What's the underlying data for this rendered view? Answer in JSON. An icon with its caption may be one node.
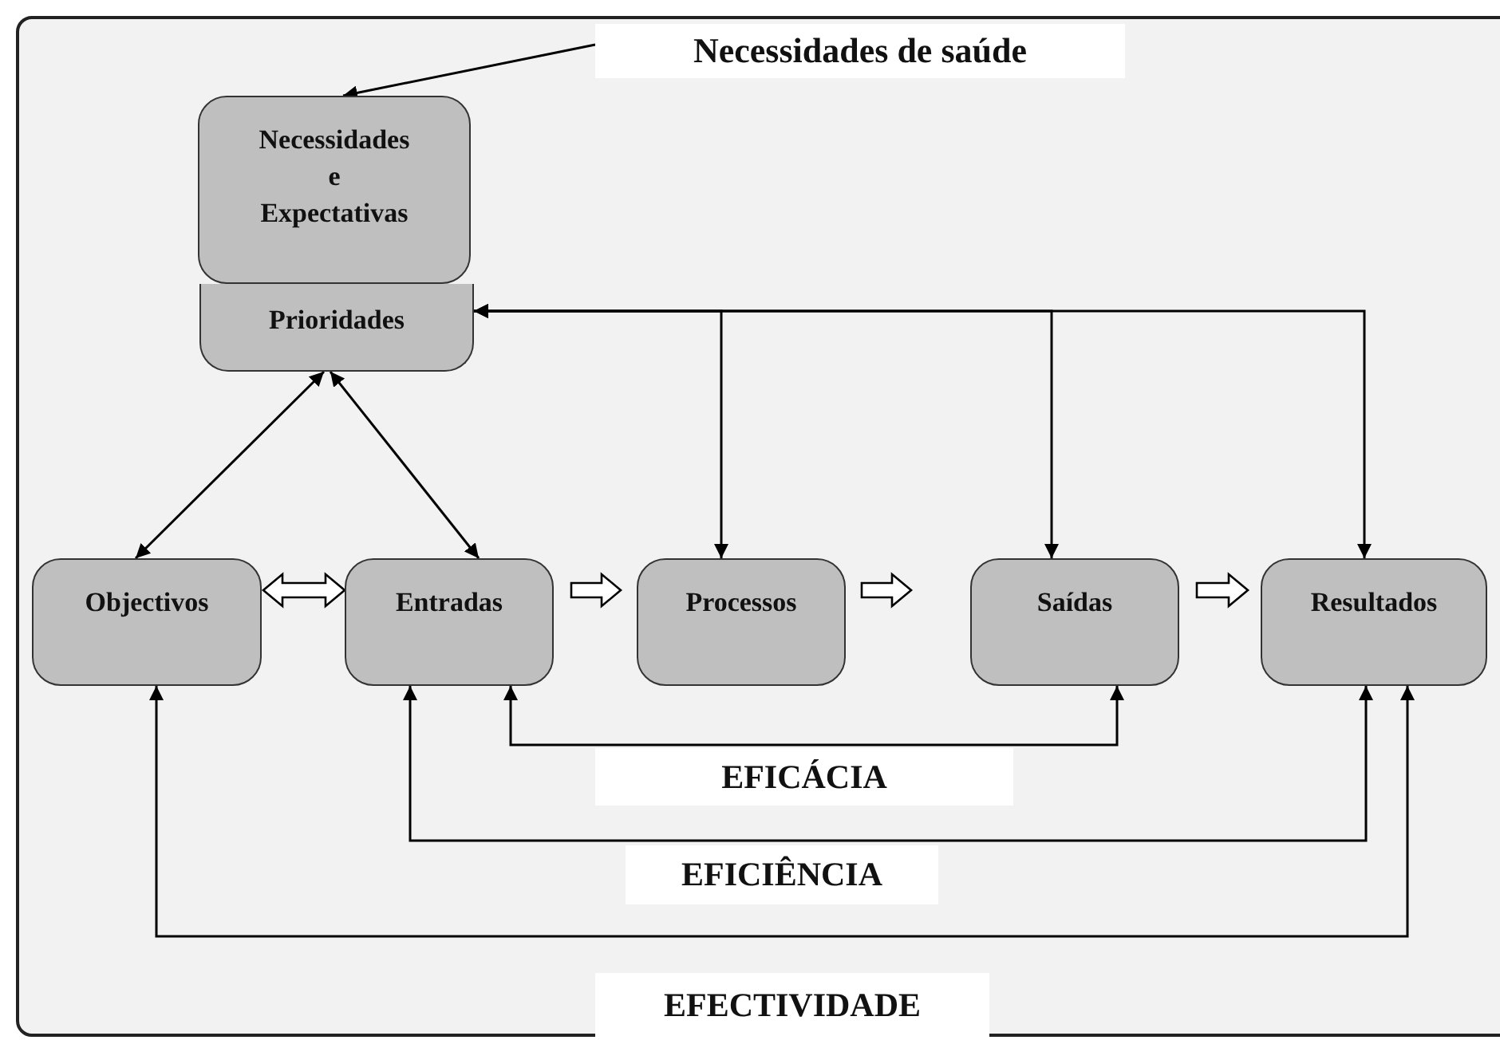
{
  "diagram": {
    "nodes": [
      {
        "text": [
          "Necessidades de saúde"
        ]
      },
      {
        "text": [
          "Necessidades e Expectativas"
        ]
      },
      {
        "text": [
          "Prioridades"
        ]
      },
      {
        "text": [
          "Objectivos"
        ]
      },
      {
        "text": [
          "Entradas"
        ]
      },
      {
        "text": [
          "Processos"
        ]
      },
      {
        "text": [
          "Saídas"
        ]
      },
      {
        "text": [
          "Resultados"
        ]
      }
    ],
    "edges": [
      {
        "from": 0,
        "to": 1,
        "arrow": "to"
      },
      {
        "from": 3,
        "to": 2,
        "arrow": "both"
      },
      {
        "from": 4,
        "to": 2,
        "arrow": "both"
      },
      {
        "from": 2,
        "to": 5,
        "arrow": "both"
      },
      {
        "from": 2,
        "to": 6,
        "arrow": "both"
      },
      {
        "from": 2,
        "to": 7,
        "arrow": "both"
      },
      {
        "from": 3,
        "to": 4,
        "arrow": "both",
        "style": "thick"
      },
      {
        "from": 4,
        "to": 5,
        "arrow": "to",
        "style": "thick"
      },
      {
        "from": 5,
        "to": 6,
        "arrow": "to",
        "style": "thick"
      },
      {
        "from": 6,
        "to": 7,
        "arrow": "to",
        "style": "thick"
      },
      {
        "from": 4,
        "to": 6,
        "arrow": "both",
        "label": "EFICÁCIA"
      },
      {
        "from": 4,
        "to": 7,
        "arrow": "both",
        "label": "EFICIÊNCIA"
      },
      {
        "from": 3,
        "to": 7,
        "arrow": "both",
        "label": "EFECTIVIDADE"
      }
    ]
  }
}
